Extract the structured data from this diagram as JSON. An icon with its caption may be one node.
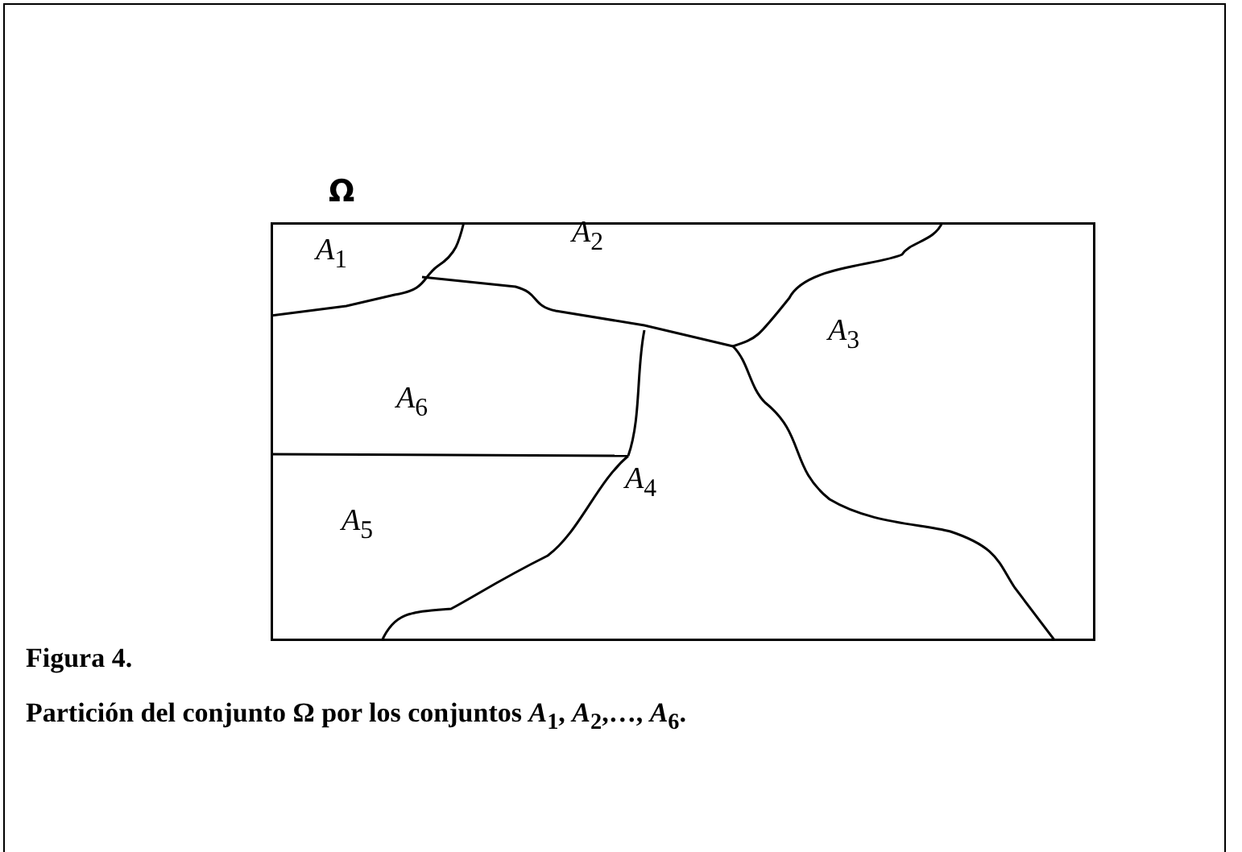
{
  "diagram": {
    "title": "Figura 4.",
    "caption": "Partición del conjunto Ω por los conjuntos *A*$_{1}$, *A*$_{2}$,…, *A*$_{6}$.",
    "nodes": [
      {
        "text": [
          "Ω"
        ]
      }
    ],
    "edges": [],
    "labels": [
      "*A*$_{1}$",
      "*A*$_{2}$",
      "*A*$_{3}$",
      "*A*$_{6}$",
      "*A*$_{4}$",
      "*A*$_{5}$"
    ]
  }
}
